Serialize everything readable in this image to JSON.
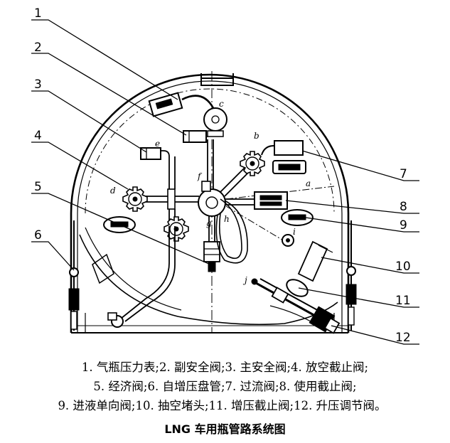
{
  "callouts": [
    "1",
    "2",
    "3",
    "4",
    "5",
    "6",
    "7",
    "8",
    "9",
    "10",
    "11",
    "12"
  ],
  "points": [
    "a",
    "b",
    "c",
    "d",
    "e",
    "f",
    "g",
    "h",
    "i",
    "j"
  ],
  "legend": {
    "line1": "1. 气瓶压力表;2. 副安全阀;3. 主安全阀;4. 放空截止阀;",
    "line2": "5. 经济阀;6. 自增压盘管;7. 过流阀;8. 使用截止阀;",
    "line3": "9. 进液单向阀;10. 抽空堵头;11. 增压截止阀;12. 升压调节阀。"
  },
  "caption": "LNG 车用瓶管路系统图"
}
